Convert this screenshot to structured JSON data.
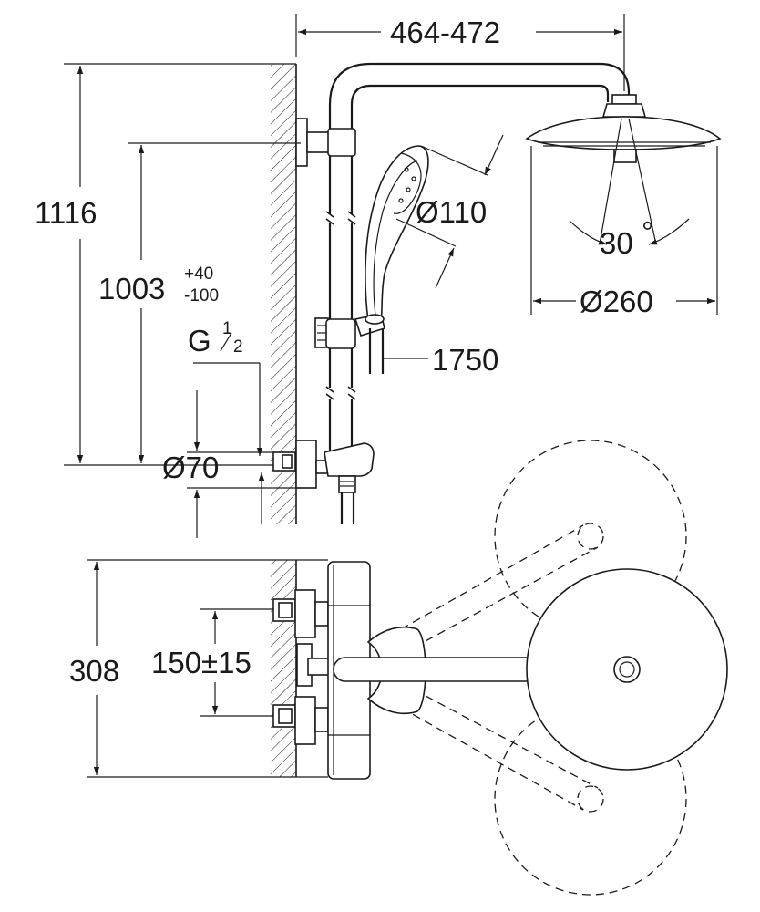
{
  "dimensions": {
    "top_width": "464-472",
    "total_height": "1116",
    "rail_height": "1003",
    "rail_tol_plus": "+40",
    "rail_tol_minus": "-100",
    "connection_g": "G",
    "connection_sup": "1",
    "connection_sub": "2",
    "hand_shower_dia": "Ø110",
    "head_angle": "30",
    "head_angle_unit": "°",
    "head_dia": "Ø260",
    "hose_length": "1750",
    "escutcheon_dia": "Ø70",
    "mixer_height": "308",
    "centers": "150±15"
  }
}
